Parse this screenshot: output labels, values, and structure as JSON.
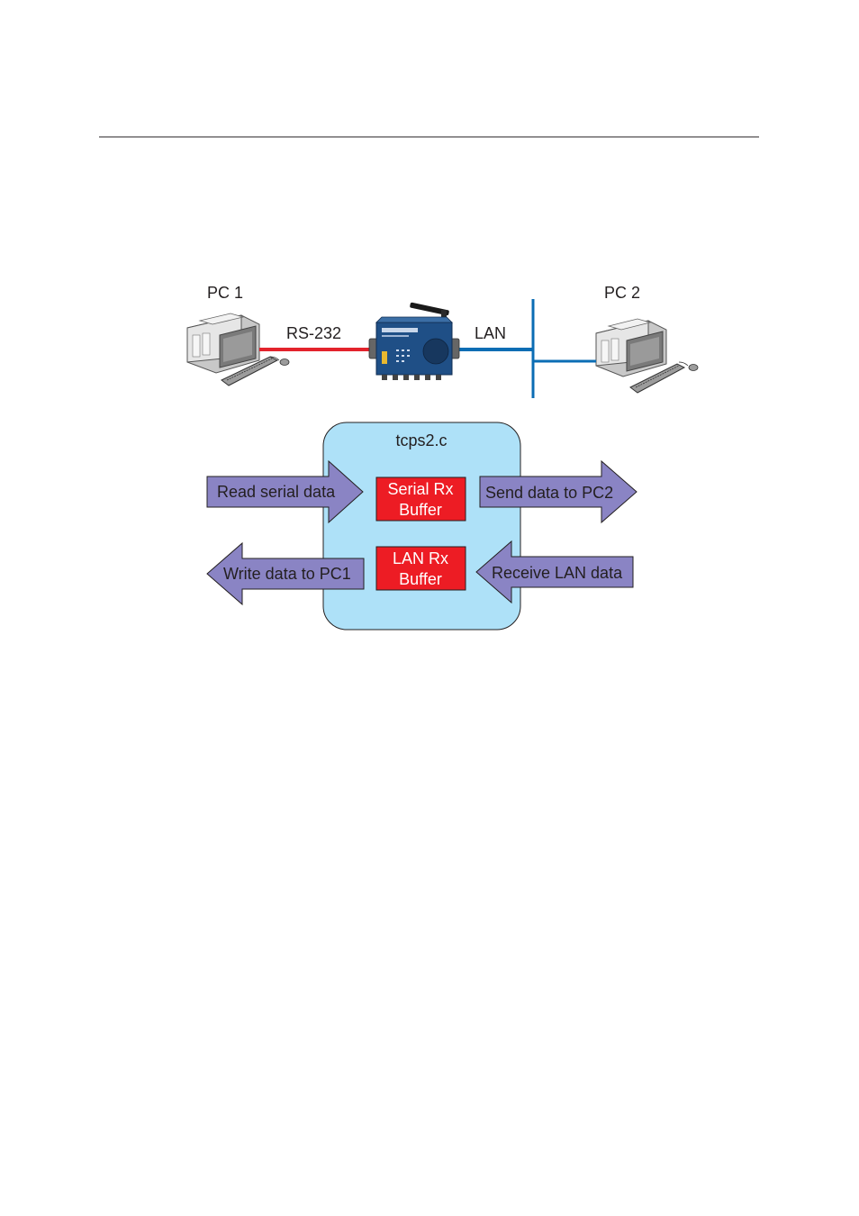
{
  "network": {
    "pc1_label": "PC 1",
    "pc2_label": "PC 2",
    "serial_link_label": "RS-232",
    "lan_link_label": "LAN"
  },
  "program": {
    "filename": "tcps2.c",
    "serial_buffer": {
      "line1": "Serial Rx",
      "line2": "Buffer"
    },
    "lan_buffer": {
      "line1": "LAN Rx",
      "line2": "Buffer"
    },
    "arrows": {
      "read_serial": "Read serial data",
      "send_pc2": "Send data to PC2",
      "write_pc1": "Write data to PC1",
      "receive_lan": "Receive LAN data"
    }
  },
  "colors": {
    "serial_cable": "#e3232c",
    "lan_cable": "#0b6db4",
    "program_box_fill": "#aee1f8",
    "arrow_fill": "#8a84c4",
    "buffer_fill": "#ed1c24",
    "device_body": "#1f4f86"
  }
}
